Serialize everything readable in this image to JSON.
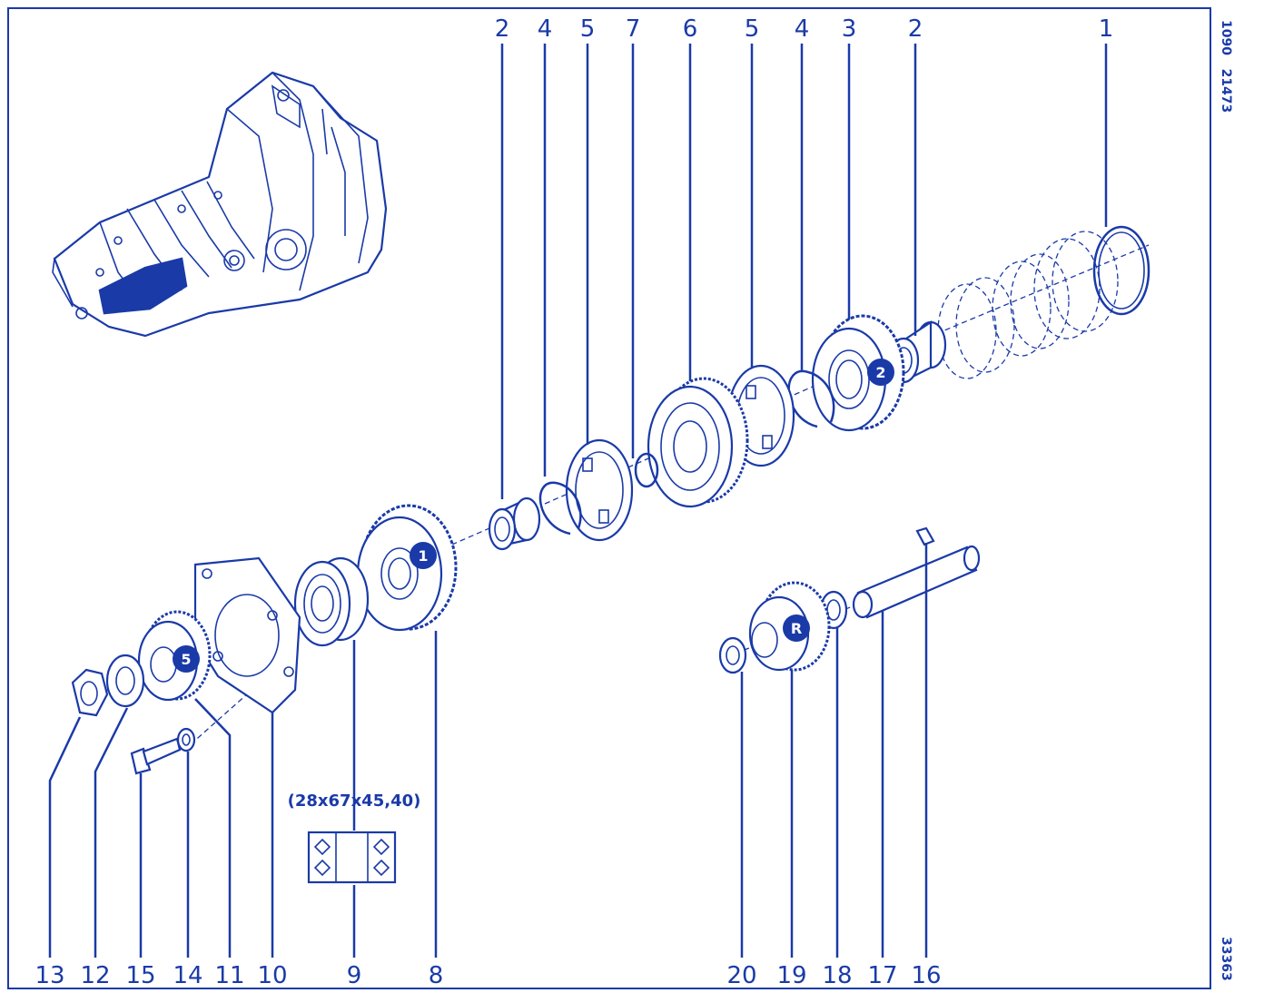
{
  "side_codes": {
    "top": "1090   21473",
    "bottom": "33363"
  },
  "top_callouts": [
    "2",
    "4",
    "5",
    "7",
    "6",
    "5",
    "4",
    "3",
    "2",
    "1"
  ],
  "bottom_callouts": [
    "13",
    "12",
    "15",
    "14",
    "11",
    "10",
    "9",
    "8",
    "20",
    "19",
    "18",
    "17",
    "16"
  ],
  "badges": {
    "first_gear": "1",
    "second_gear": "2",
    "fifth_gear": "5",
    "reverse_gear": "R"
  },
  "bearing_spec": "(28x67x45,40)",
  "colors": {
    "ink": "#1a3aa8",
    "paper": "#ffffff"
  }
}
